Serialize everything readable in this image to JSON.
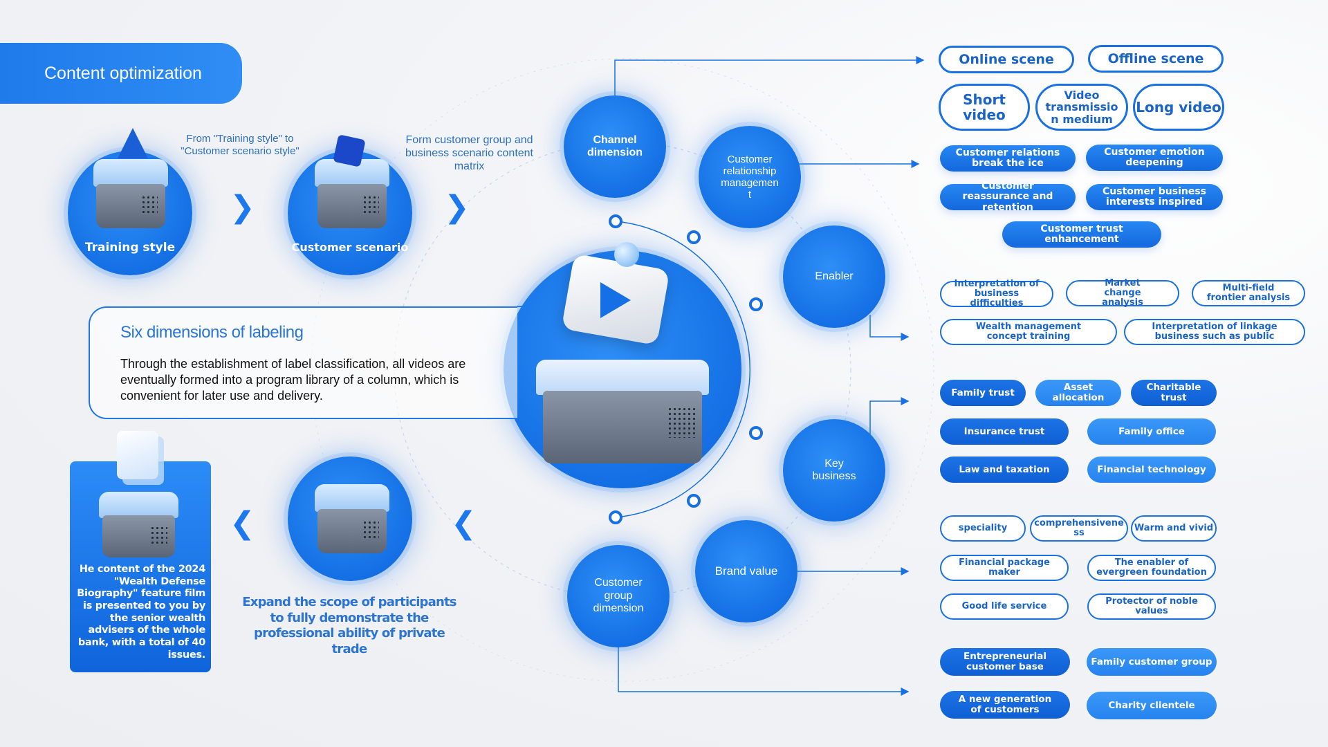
{
  "header": {
    "title": "Content optimization"
  },
  "flow": {
    "step1_label": "Training style",
    "step2_label": "Customer scenario",
    "caption1": "From \"Training style\" to \"Customer scenario style\"",
    "caption2": "Form customer group and business scenario content matrix"
  },
  "labeling": {
    "title": "Six dimensions of labeling",
    "body": "Through the establishment of label classification, all videos are eventually formed into a program library of a column, which is convenient for later use and delivery."
  },
  "left_card": {
    "text": "He content of the 2024 \"Wealth Defense Biography\" feature film is presented to you by the senior wealth advisers of the whole bank, with a total of 40 issues."
  },
  "expand_text": "Expand the scope of participants to fully demonstrate the professional ability of private trade",
  "dimensions": {
    "channel": "Channel dimension",
    "crm": "Customer relationship managemen t",
    "enabler": "Enabler",
    "key_business": "Key business",
    "brand_value": "Brand value",
    "customer_group": "Customer group dimension"
  },
  "channel_tags": [
    "Online scene",
    "Offline scene",
    "Short video",
    "Video transmissio n medium",
    "Long video"
  ],
  "crm_tags": [
    "Customer relations break the ice",
    "Customer emotion deepening",
    "Customer reassurance and retention",
    "Customer business interests inspired",
    "Customer trust enhancement"
  ],
  "enabler_tags": [
    "Interpretation of business difficulties",
    "Market change analysis",
    "Multi-field frontier analysis",
    "Wealth management concept training",
    "Interpretation of linkage business such as public"
  ],
  "business_tags": [
    "Family trust",
    "Asset allocation",
    "Charitable trust",
    "Insurance trust",
    "Family office",
    "Law and taxation",
    "Financial technology"
  ],
  "brand_tags": [
    "speciality",
    "comprehensivene ss",
    "Warm and vivid",
    "Financial package maker",
    "The enabler of evergreen foundation",
    "Good life service",
    "Protector of noble values"
  ],
  "group_tags": [
    "Entrepreneurial customer base",
    "Family customer group",
    "A new generation of customers",
    "Charity clientele"
  ],
  "colors": {
    "primary": "#1870e2",
    "accent": "#2e8ff7",
    "text_blue": "#2d74d2"
  }
}
